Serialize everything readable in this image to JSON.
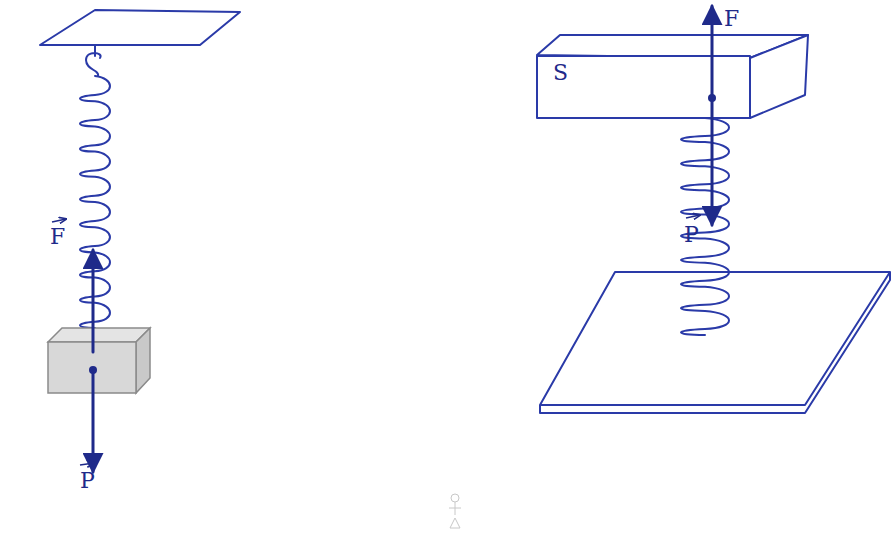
{
  "diagram": {
    "labels": [
      "F",
      "P",
      "S",
      "F",
      "P"
    ]
  }
}
